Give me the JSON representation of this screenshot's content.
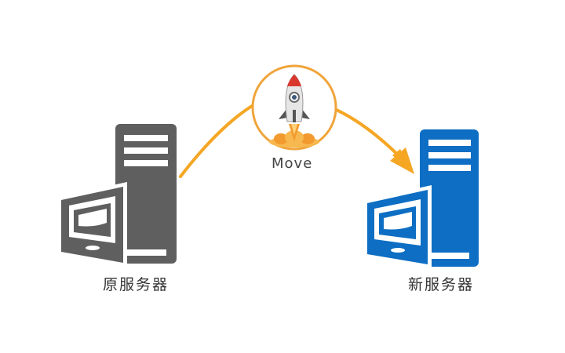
{
  "diagram": {
    "source_label": "原服务器",
    "move_label": "Move",
    "target_label": "新服务器"
  },
  "colors": {
    "source_server": "#5f5f5f",
    "target_server": "#0d6ec3",
    "arrow": "#f5a623",
    "move_circle_border": "#f0a43a"
  },
  "icons": {
    "source": "server-computer-icon",
    "target": "server-computer-icon",
    "move": "rocket-icon"
  }
}
